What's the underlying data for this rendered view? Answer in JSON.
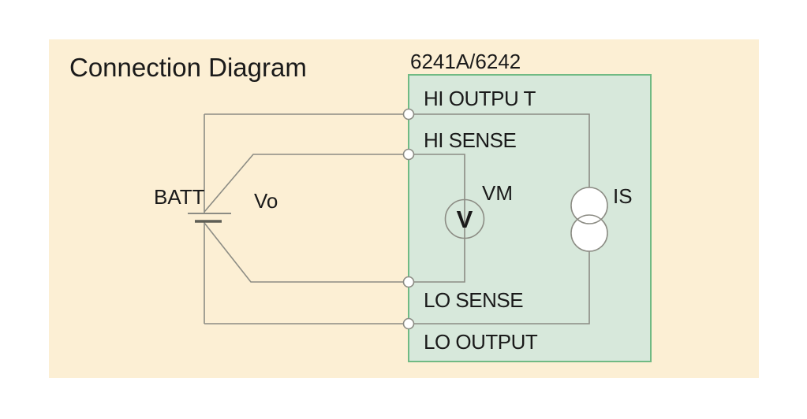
{
  "title": "Connection Diagram",
  "device": {
    "label": "6241A/6242",
    "terminals": [
      "HI OUTPU T",
      "HI SENSE",
      "LO SENSE",
      "LO OUTPUT"
    ]
  },
  "components": {
    "battery_label": "BATT",
    "source_voltage_label": "Vo",
    "voltmeter_label": "VM",
    "voltmeter_symbol": "V",
    "current_source_label": "IS"
  },
  "colors": {
    "canvas_bg": "#FFFFFF",
    "panel_bg": "#FCEFD4",
    "device_fill": "#D7E8DB",
    "device_border": "#70BA84",
    "wire": "#8C8C84",
    "battery_plate": "#5E5E55",
    "text": "#1A1A1A"
  }
}
